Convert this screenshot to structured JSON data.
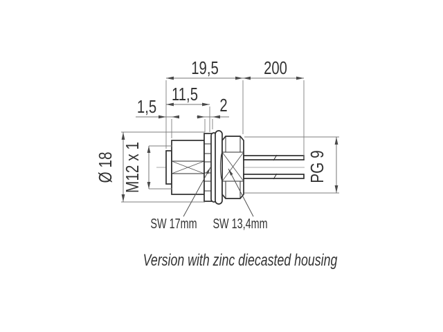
{
  "colors": {
    "background": "#ffffff",
    "drawing_line": "#2d2d2d",
    "dimension_line": "#757575",
    "text": "#333333"
  },
  "dims": {
    "d19_5": "19,5",
    "d200": "200",
    "d11_5": "11,5",
    "d1_5": "1,5",
    "d2": "2",
    "dia18": "Ø 18",
    "m12": "M12 x 1",
    "pg9": "PG 9"
  },
  "leaders": {
    "sw17": "SW 17mm",
    "sw134": "SW 13,4mm"
  },
  "caption": "Version with zinc diecasted housing"
}
